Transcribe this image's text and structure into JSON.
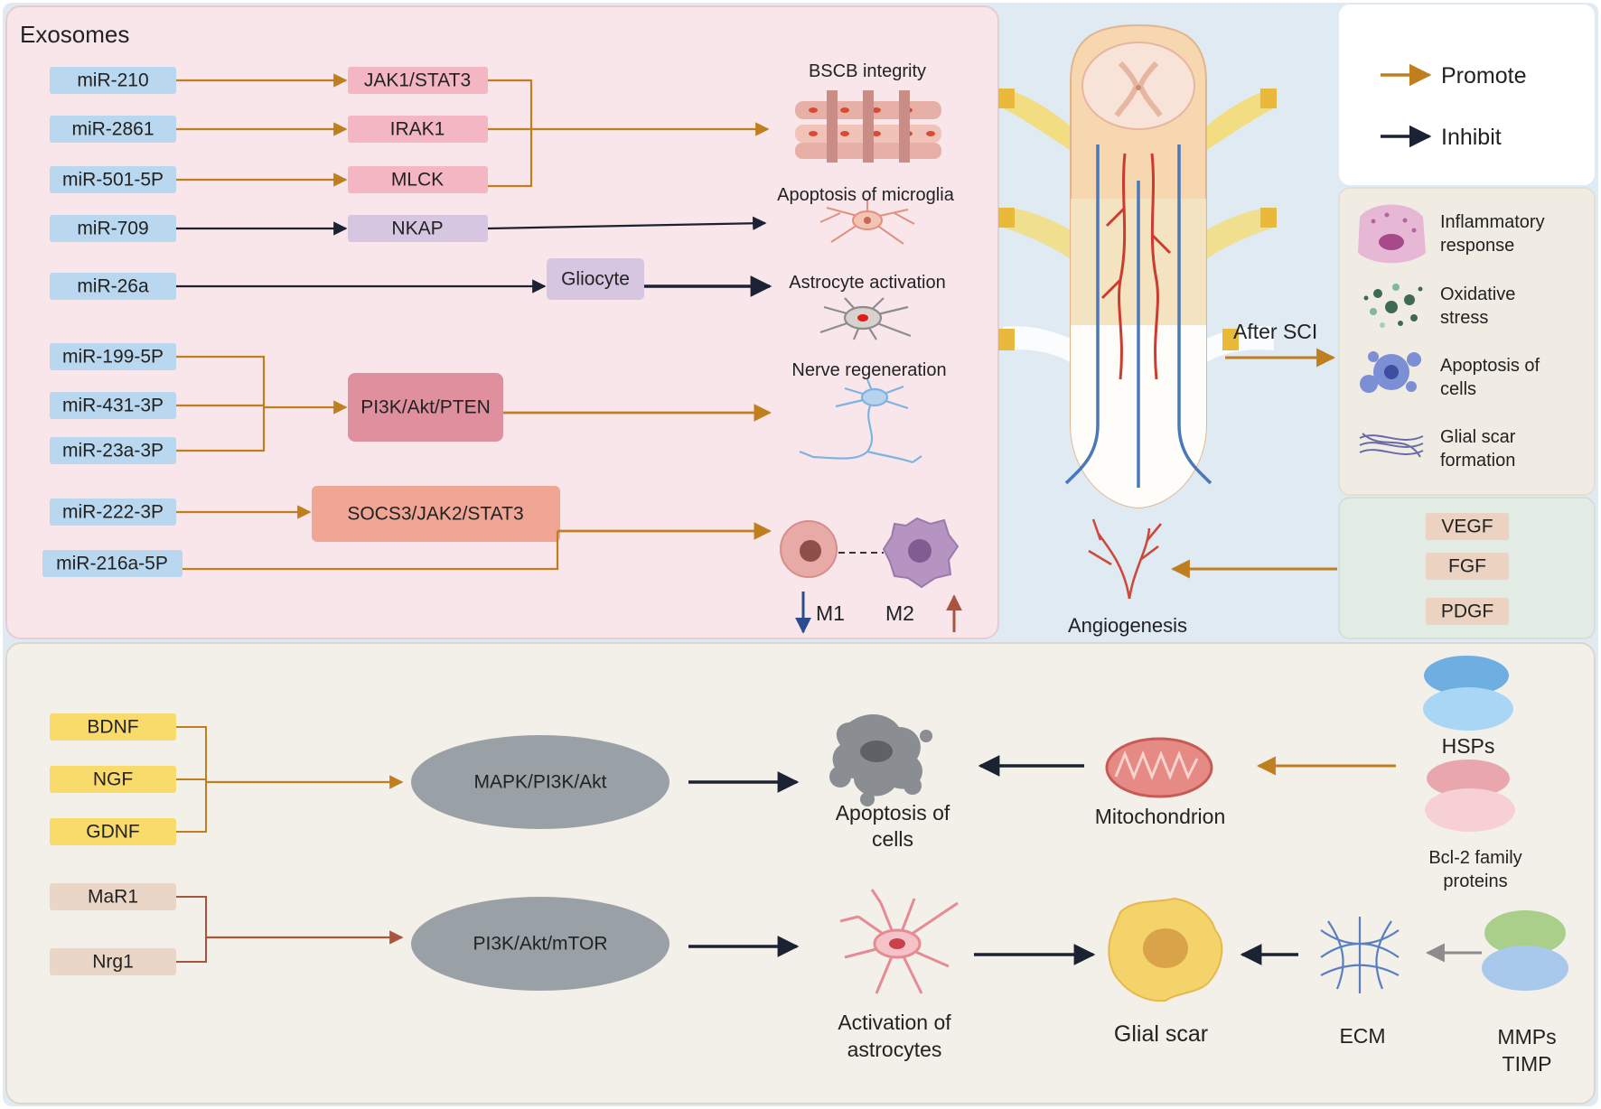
{
  "exosomes": {
    "title": "Exosomes",
    "mirnas": [
      "miR-210",
      "miR-2861",
      "miR-501-5P",
      "miR-709",
      "miR-26a",
      "miR-199-5P",
      "miR-431-3P",
      "miR-23a-3P",
      "miR-222-3P",
      "miR-216a-5P"
    ],
    "pathways": [
      "JAK1/STAT3",
      "IRAK1",
      "MLCK",
      "NKAP",
      "Gliocyte",
      "PI3K/Akt/PTEN",
      "SOCS3/JAK2/STAT3"
    ],
    "outcomes": [
      "BSCB integrity",
      "Apoptosis of microglia",
      "Astrocyte activation",
      "Nerve regeneration"
    ],
    "polarization": {
      "m1": "M1",
      "m2": "M2"
    }
  },
  "legend": {
    "promote": "Promote",
    "inhibit": "Inhibit"
  },
  "spinal": {
    "after_sci": "After SCI",
    "angiogenesis": "Angiogenesis"
  },
  "effects": [
    "Inflammatory",
    "response",
    "Oxidative",
    "stress",
    "Apoptosis of",
    "cells",
    "Glial scar",
    "formation"
  ],
  "growth_factors": [
    "VEGF",
    "FGF",
    "PDGF"
  ],
  "bottom": {
    "neurotrophins": [
      "BDNF",
      "NGF",
      "GDNF"
    ],
    "lipids": [
      "MaR1",
      "Nrg1"
    ],
    "pathways": [
      "MAPK/PI3K/Akt",
      "PI3K/Akt/mTOR"
    ],
    "apoptosis": [
      "Apoptosis of",
      "cells"
    ],
    "mitochondrion": "Mitochondrion",
    "hsps": "HSPs",
    "bcl2": [
      "Bcl-2 family",
      "proteins"
    ],
    "astrocytes": [
      "Activation of",
      "astrocytes"
    ],
    "glial_scar": "Glial scar",
    "ecm": "ECM",
    "mmps": [
      "MMPs",
      "TIMP"
    ]
  },
  "colors": {
    "promote": "#c07f1e",
    "inhibit": "#1b2233",
    "brown_arrow": "#a9543f",
    "exosome_bg": "#f8e6ea",
    "center_bg": "#d5e4ef",
    "bottom_bg": "#f3efe9",
    "mirna_box": "#b9d7ee",
    "pathway_pink": "#f4b6c2",
    "pathway_lilac": "#d6c6e2",
    "pathway_rose": "#e08f9f",
    "pathway_salmon": "#f0a595",
    "neurotrophin_box": "#f8db6a",
    "lipid_box": "#ead6c6",
    "growth_box": "#ecd2c0",
    "ellipse": "#9aa1a6"
  }
}
